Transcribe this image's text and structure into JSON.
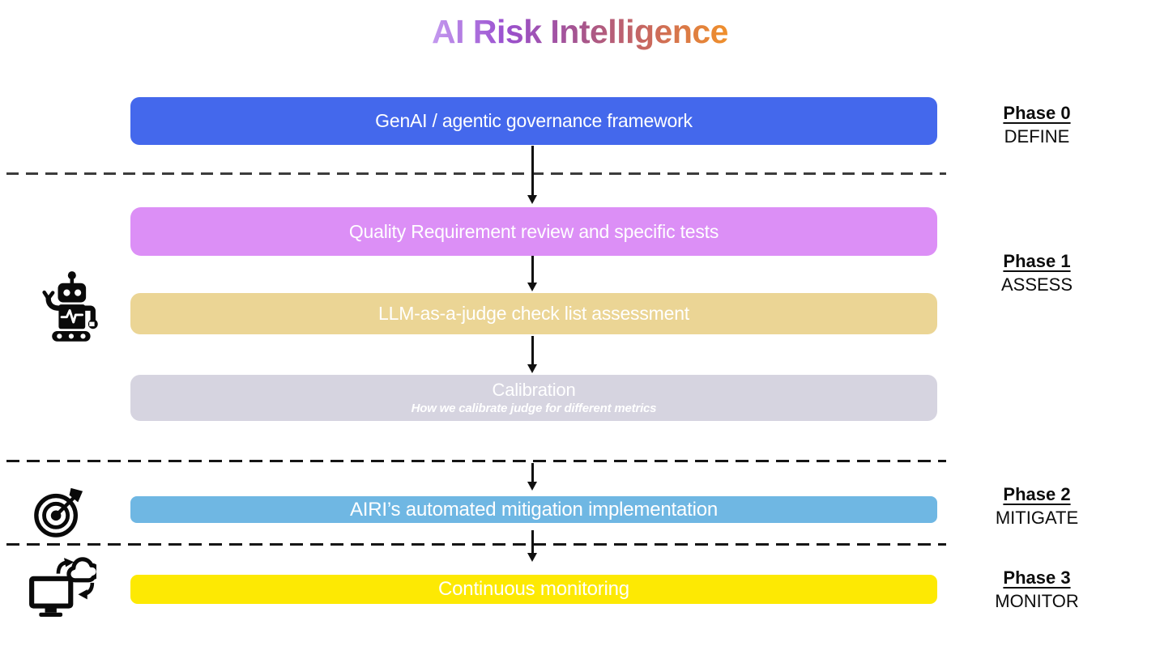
{
  "title": {
    "text": "AI Risk Intelligence",
    "gradient_colors": [
      "#c49aef",
      "#9a50cf",
      "#a6558e",
      "#cc6a5a",
      "#f0902a"
    ]
  },
  "flow": {
    "steps": [
      {
        "id": "governance",
        "label": "GenAI / agentic governance framework",
        "color": "#4468ec",
        "text_color": "#ffffff"
      },
      {
        "id": "quality-review",
        "label": "Quality Requirement review and specific tests",
        "color": "#dc8ff6",
        "text_color": "#ffffff"
      },
      {
        "id": "llm-judge",
        "label": "LLM-as-a-judge check list assessment",
        "color": "#ebd595",
        "text_color": "#ffffff"
      },
      {
        "id": "calibration",
        "label": "Calibration",
        "sublabel": "How we calibrate judge for different metrics",
        "color": "#d6d4e0",
        "text_color": "#ffffff"
      },
      {
        "id": "airi-mitigation",
        "label": "AIRI’s automated mitigation implementation",
        "color": "#6fb7e3",
        "text_color": "#ffffff"
      },
      {
        "id": "monitoring",
        "label": "Continuous monitoring",
        "color": "#fde903",
        "text_color": "#ffffff"
      }
    ]
  },
  "phases": [
    {
      "name": "Phase 0",
      "stage": "DEFINE"
    },
    {
      "name": "Phase 1",
      "stage": "ASSESS"
    },
    {
      "name": "Phase 2",
      "stage": "MITIGATE"
    },
    {
      "name": "Phase 3",
      "stage": "MONITOR"
    }
  ],
  "icons": [
    "robot-icon",
    "target-icon",
    "cloud-sync-icon"
  ],
  "divider_color": "#2b2b2b",
  "arrow_color": "#101010"
}
